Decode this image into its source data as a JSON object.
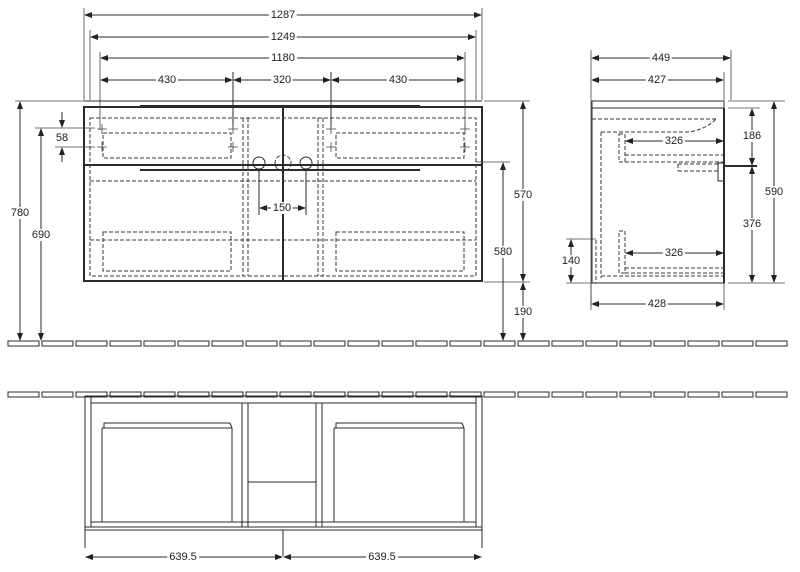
{
  "drawing": {
    "type": "technical-dimension-drawing",
    "subject": "vanity unit with two drawers",
    "units": "mm",
    "front_view": {
      "width_overall": "1287",
      "width_carcass": "1249",
      "width_drawers": "1180",
      "left_segment": "430",
      "center_segment": "320",
      "right_segment": "430",
      "mount_spacing": "58",
      "height_780": "780",
      "height_690": "690",
      "tap_spacing": "150",
      "height_570": "570",
      "height_580": "580",
      "floor_clearance": "190"
    },
    "side_view": {
      "depth_overall": "449",
      "depth_top": "427",
      "depth_bottom": "428",
      "drawer_depth_upper": "326",
      "drawer_depth_lower": "326",
      "height_top": "186",
      "height_lower": "376",
      "height_total": "590",
      "height_base": "140"
    },
    "top_view": {
      "half_left": "639.5",
      "half_right": "639.5"
    }
  }
}
